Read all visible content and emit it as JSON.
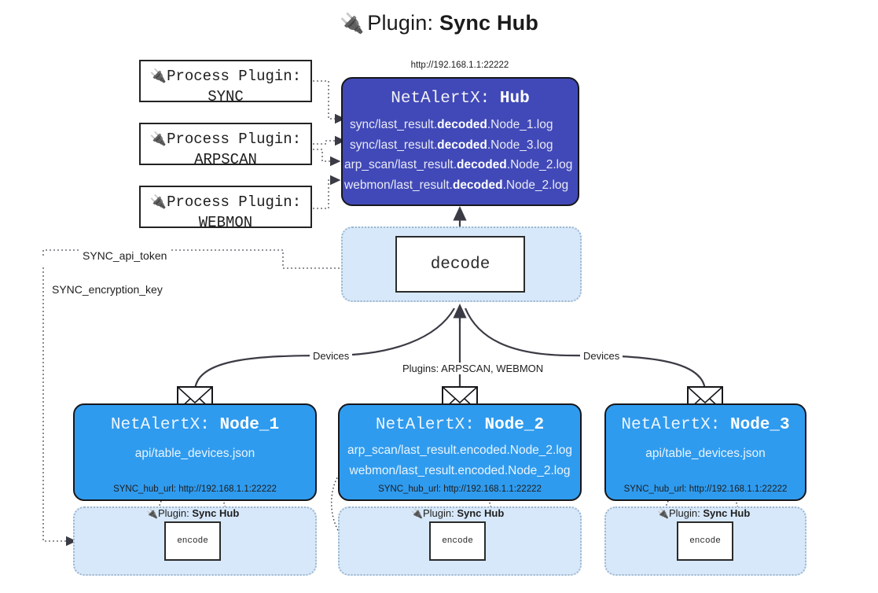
{
  "title": {
    "icon": "plug-icon",
    "prefix": "Plugin:",
    "name": "Sync Hub"
  },
  "process_plugins": [
    {
      "line1": "Process Plugin:",
      "line2": "SYNC",
      "icon": "plug-icon"
    },
    {
      "line1": "Process Plugin:",
      "line2": "ARPSCAN",
      "icon": "plug-icon"
    },
    {
      "line1": "Process Plugin:",
      "line2": "WEBMON",
      "icon": "plug-icon"
    }
  ],
  "hub": {
    "url": "http://192.168.1.1:22222",
    "title_prefix": "NetAlertX:",
    "title_name": "Hub",
    "logs": [
      {
        "pre": "sync/last_result.",
        "em": "decoded",
        "post": ".Node_1.log"
      },
      {
        "pre": "sync/last_result.",
        "em": "decoded",
        "post": ".Node_3.log"
      },
      {
        "pre": "arp_scan/last_result.",
        "em": "decoded",
        "post": ".Node_2.log"
      },
      {
        "pre": "webmon/last_result.",
        "em": "decoded",
        "post": ".Node_2.log"
      }
    ]
  },
  "decode": {
    "label": "decode"
  },
  "secrets": [
    {
      "label": "SYNC_api_token"
    },
    {
      "label": "SYNC_encryption_key"
    }
  ],
  "edge_labels": {
    "left": "Devices",
    "center": "Plugins: ARPSCAN, WEBMON",
    "right": "Devices"
  },
  "nodes": [
    {
      "title_prefix": "NetAlertX:",
      "title_name": "Node_1",
      "lines": [
        "api/table_devices.json"
      ],
      "footer": "SYNC_hub_url: http://192.168.1.1:22222",
      "envelope_icon": "envelope-icon",
      "plugin_label_prefix": "Plugin:",
      "plugin_label_name": "Sync Hub",
      "encode_label": "encode"
    },
    {
      "title_prefix": "NetAlertX:",
      "title_name": "Node_2",
      "lines": [
        "arp_scan/last_result.encoded.Node_2.log",
        "webmon/last_result.encoded.Node_2.log"
      ],
      "footer": "SYNC_hub_url: http://192.168.1.1:22222",
      "envelope_icon": "envelope-icon",
      "plugin_label_prefix": "Plugin:",
      "plugin_label_name": "Sync Hub",
      "encode_label": "encode"
    },
    {
      "title_prefix": "NetAlertX:",
      "title_name": "Node_3",
      "lines": [
        "api/table_devices.json"
      ],
      "footer": "SYNC_hub_url: http://192.168.1.1:22222",
      "envelope_icon": "envelope-icon",
      "plugin_label_prefix": "Plugin:",
      "plugin_label_name": "Sync Hub",
      "encode_label": "encode"
    }
  ],
  "colors": {
    "hub": "#4149b8",
    "node": "#2f9bee",
    "container": "#d7e8fa",
    "stroke": "#17171b"
  }
}
